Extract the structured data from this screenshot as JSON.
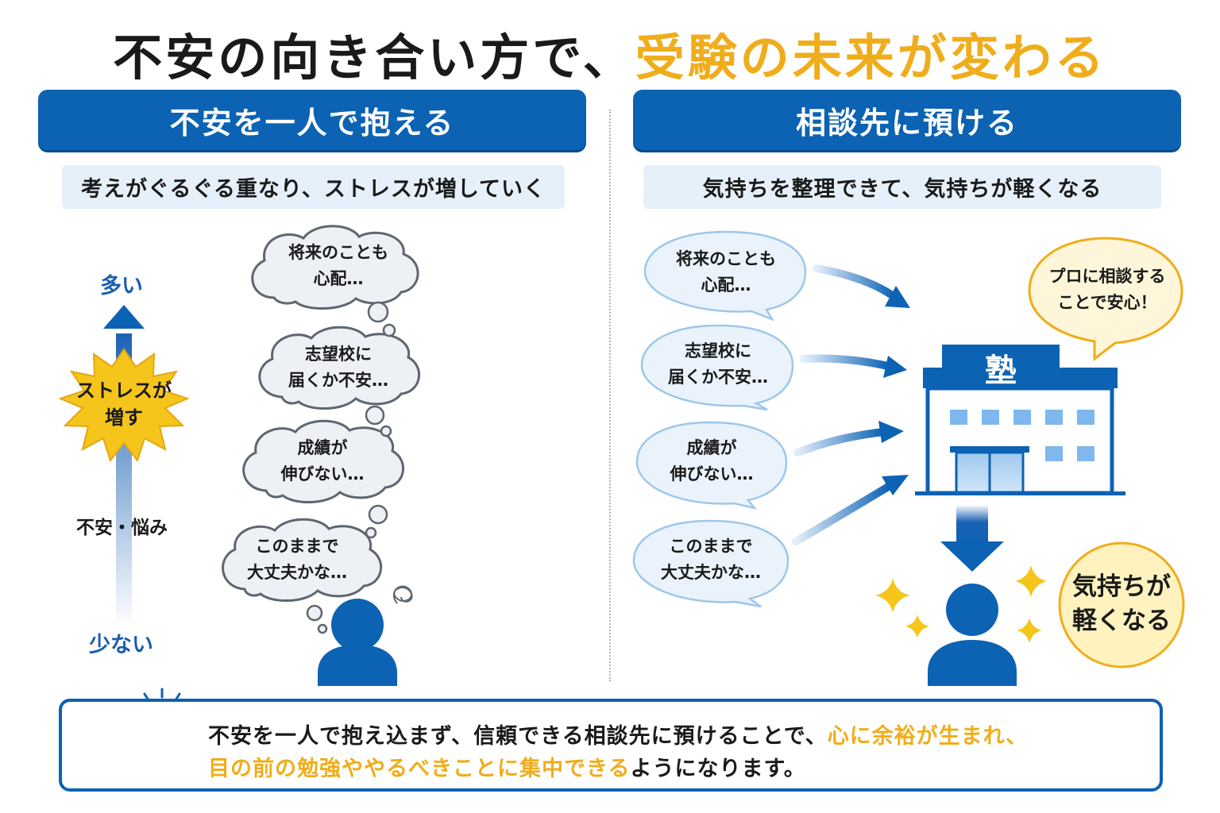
{
  "title": {
    "part1": "不安の向き合い方で、",
    "part2": "受験の未来が変わる"
  },
  "left": {
    "header": "不安を一人で抱える",
    "subheader": "考えがぐるぐる重なり、ストレスが増していく",
    "axis": {
      "top": "多い",
      "bottom": "少ない",
      "middle": "不安・悩み",
      "burst_line1": "ストレスが",
      "burst_line2": "増す"
    },
    "thoughts": [
      {
        "line1": "将来のことも",
        "line2": "心配…"
      },
      {
        "line1": "志望校に",
        "line2": "届くか不安…"
      },
      {
        "line1": "成績が",
        "line2": "伸びない…"
      },
      {
        "line1": "このままで",
        "line2": "大丈夫かな…"
      }
    ]
  },
  "right": {
    "header": "相談先に預ける",
    "subheader": "気持ちを整理できて、気持ちが軽くなる",
    "thoughts": [
      {
        "line1": "将来のことも",
        "line2": "心配…"
      },
      {
        "line1": "志望校に",
        "line2": "届くか不安…"
      },
      {
        "line1": "成績が",
        "line2": "伸びない…"
      },
      {
        "line1": "このままで",
        "line2": "大丈夫かな…"
      }
    ],
    "speech": {
      "line1": "プロに相談する",
      "line2": "ことで安心！"
    },
    "building_sign": "塾",
    "result": {
      "line1": "気持ちが",
      "line2": "軽くなる"
    }
  },
  "note": {
    "line1_a": "不安を一人で抱え込まず、信頼できる相談先に預けることで、",
    "line1_b": "心に余裕が生まれ、",
    "line2_a": "目の前の勉強ややるべきことに集中できる",
    "line2_b": "ようになります。"
  },
  "colors": {
    "blue": "#0c62b3",
    "accent": "#f0ad1b",
    "light_blue": "#e6f0fb",
    "yellow": "#f5c51c"
  },
  "icons": [
    "stress-burst-icon",
    "person-icon",
    "building-icon",
    "sparkle-icon",
    "lightbulb-icon",
    "tangle-icon"
  ]
}
